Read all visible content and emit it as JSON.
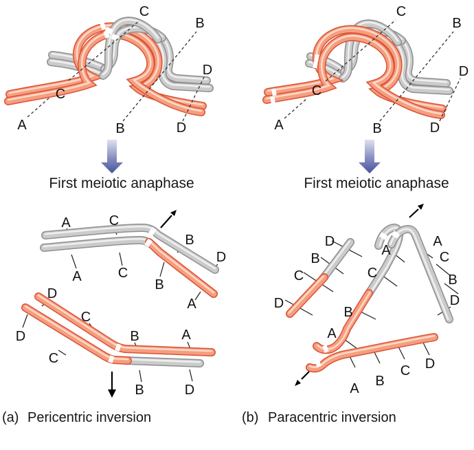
{
  "figure": {
    "stage_label_left": "First meiotic anaphase",
    "stage_label_right": "First meiotic anaphase"
  },
  "colors": {
    "chromosome_salmon_body": "#f59e80",
    "chromosome_salmon_outline": "#db5134",
    "chromosome_gray_body": "#cbcbcb",
    "chromosome_gray_outline": "#8f8f8f",
    "centromere_band": "#ffffff",
    "stage_arrow_top": "#dfe1ef",
    "stage_arrow_bottom": "#47519e"
  },
  "panel_a": {
    "marker": "(a)",
    "caption": "Pericentric inversion",
    "top": {
      "labels": [
        "C",
        "B",
        "D",
        "C",
        "A",
        "B",
        "D"
      ]
    },
    "bottom": {
      "upper_group_labels": [
        "A",
        "C",
        "B",
        "D",
        "A",
        "C",
        "B",
        "A"
      ],
      "lower_group_labels": [
        "D",
        "D",
        "C",
        "C",
        "B",
        "A",
        "B",
        "D"
      ]
    }
  },
  "panel_b": {
    "marker": "(b)",
    "caption": "Paracentric inversion",
    "top": {
      "labels": [
        "C",
        "B",
        "D",
        "C",
        "A",
        "B",
        "D"
      ]
    },
    "bottom": {
      "fragment_labels": [
        "D",
        "B",
        "C",
        "D"
      ],
      "bridge_labels": [
        "A",
        "A",
        "C",
        "C",
        "B",
        "B",
        "D",
        "A"
      ],
      "rod_labels": [
        "A",
        "B",
        "C",
        "D"
      ]
    }
  }
}
